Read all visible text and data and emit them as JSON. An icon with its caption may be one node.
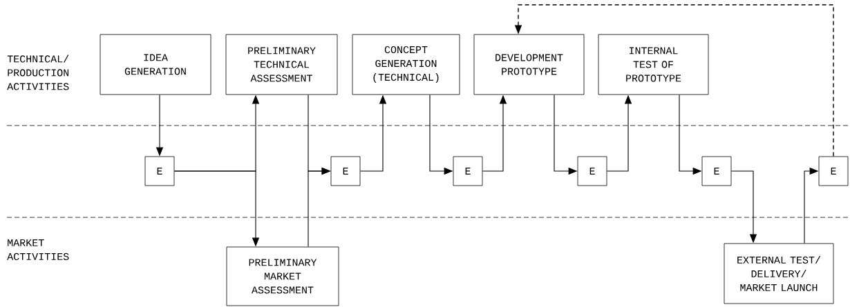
{
  "diagram": {
    "nodes": [
      {
        "text": [
          "IDEA GENERATION"
        ]
      },
      {
        "text": [
          "PRELIMINARY TECHNICAL ASSESSMENT"
        ]
      },
      {
        "text": [
          "CONCEPT GENERATION (TECHNICAL)"
        ]
      },
      {
        "text": [
          "DEVELOPMENT PROTOTYPE"
        ]
      },
      {
        "text": [
          "INTERNAL TEST OF PROTOTYPE"
        ]
      },
      {
        "text": [
          "E"
        ]
      },
      {
        "text": [
          "E"
        ]
      },
      {
        "text": [
          "E"
        ]
      },
      {
        "text": [
          "E"
        ]
      },
      {
        "text": [
          "E"
        ]
      },
      {
        "text": [
          "E"
        ]
      },
      {
        "text": [
          "PRELIMINARY MARKET ASSESSMENT"
        ]
      },
      {
        "text": [
          "EXTERNAL TEST/ DELIVERY/ MARKET LAUNCH"
        ]
      }
    ],
    "edges": [
      {
        "from": 0,
        "to": 5,
        "arrow": "to"
      },
      {
        "from": 5,
        "to": 1,
        "arrow": "to"
      },
      {
        "from": 5,
        "to": 11,
        "arrow": "to"
      },
      {
        "from": 1,
        "to": 6,
        "arrow": "to"
      },
      {
        "from": 11,
        "to": 6,
        "arrow": "to"
      },
      {
        "from": 6,
        "to": 2,
        "arrow": "to"
      },
      {
        "from": 2,
        "to": 7,
        "arrow": "to"
      },
      {
        "from": 7,
        "to": 3,
        "arrow": "to"
      },
      {
        "from": 3,
        "to": 8,
        "arrow": "to"
      },
      {
        "from": 8,
        "to": 4,
        "arrow": "to"
      },
      {
        "from": 4,
        "to": 9,
        "arrow": "to"
      },
      {
        "from": 9,
        "to": 12,
        "arrow": "to"
      },
      {
        "from": 12,
        "to": 10,
        "arrow": "to"
      },
      {
        "from": 10,
        "to": 3,
        "arrow": "to",
        "style": "dashed"
      }
    ],
    "labels": [
      "TECHNICAL/ PRODUCTION ACTIVITIES",
      "MARKET ACTIVITIES"
    ]
  }
}
